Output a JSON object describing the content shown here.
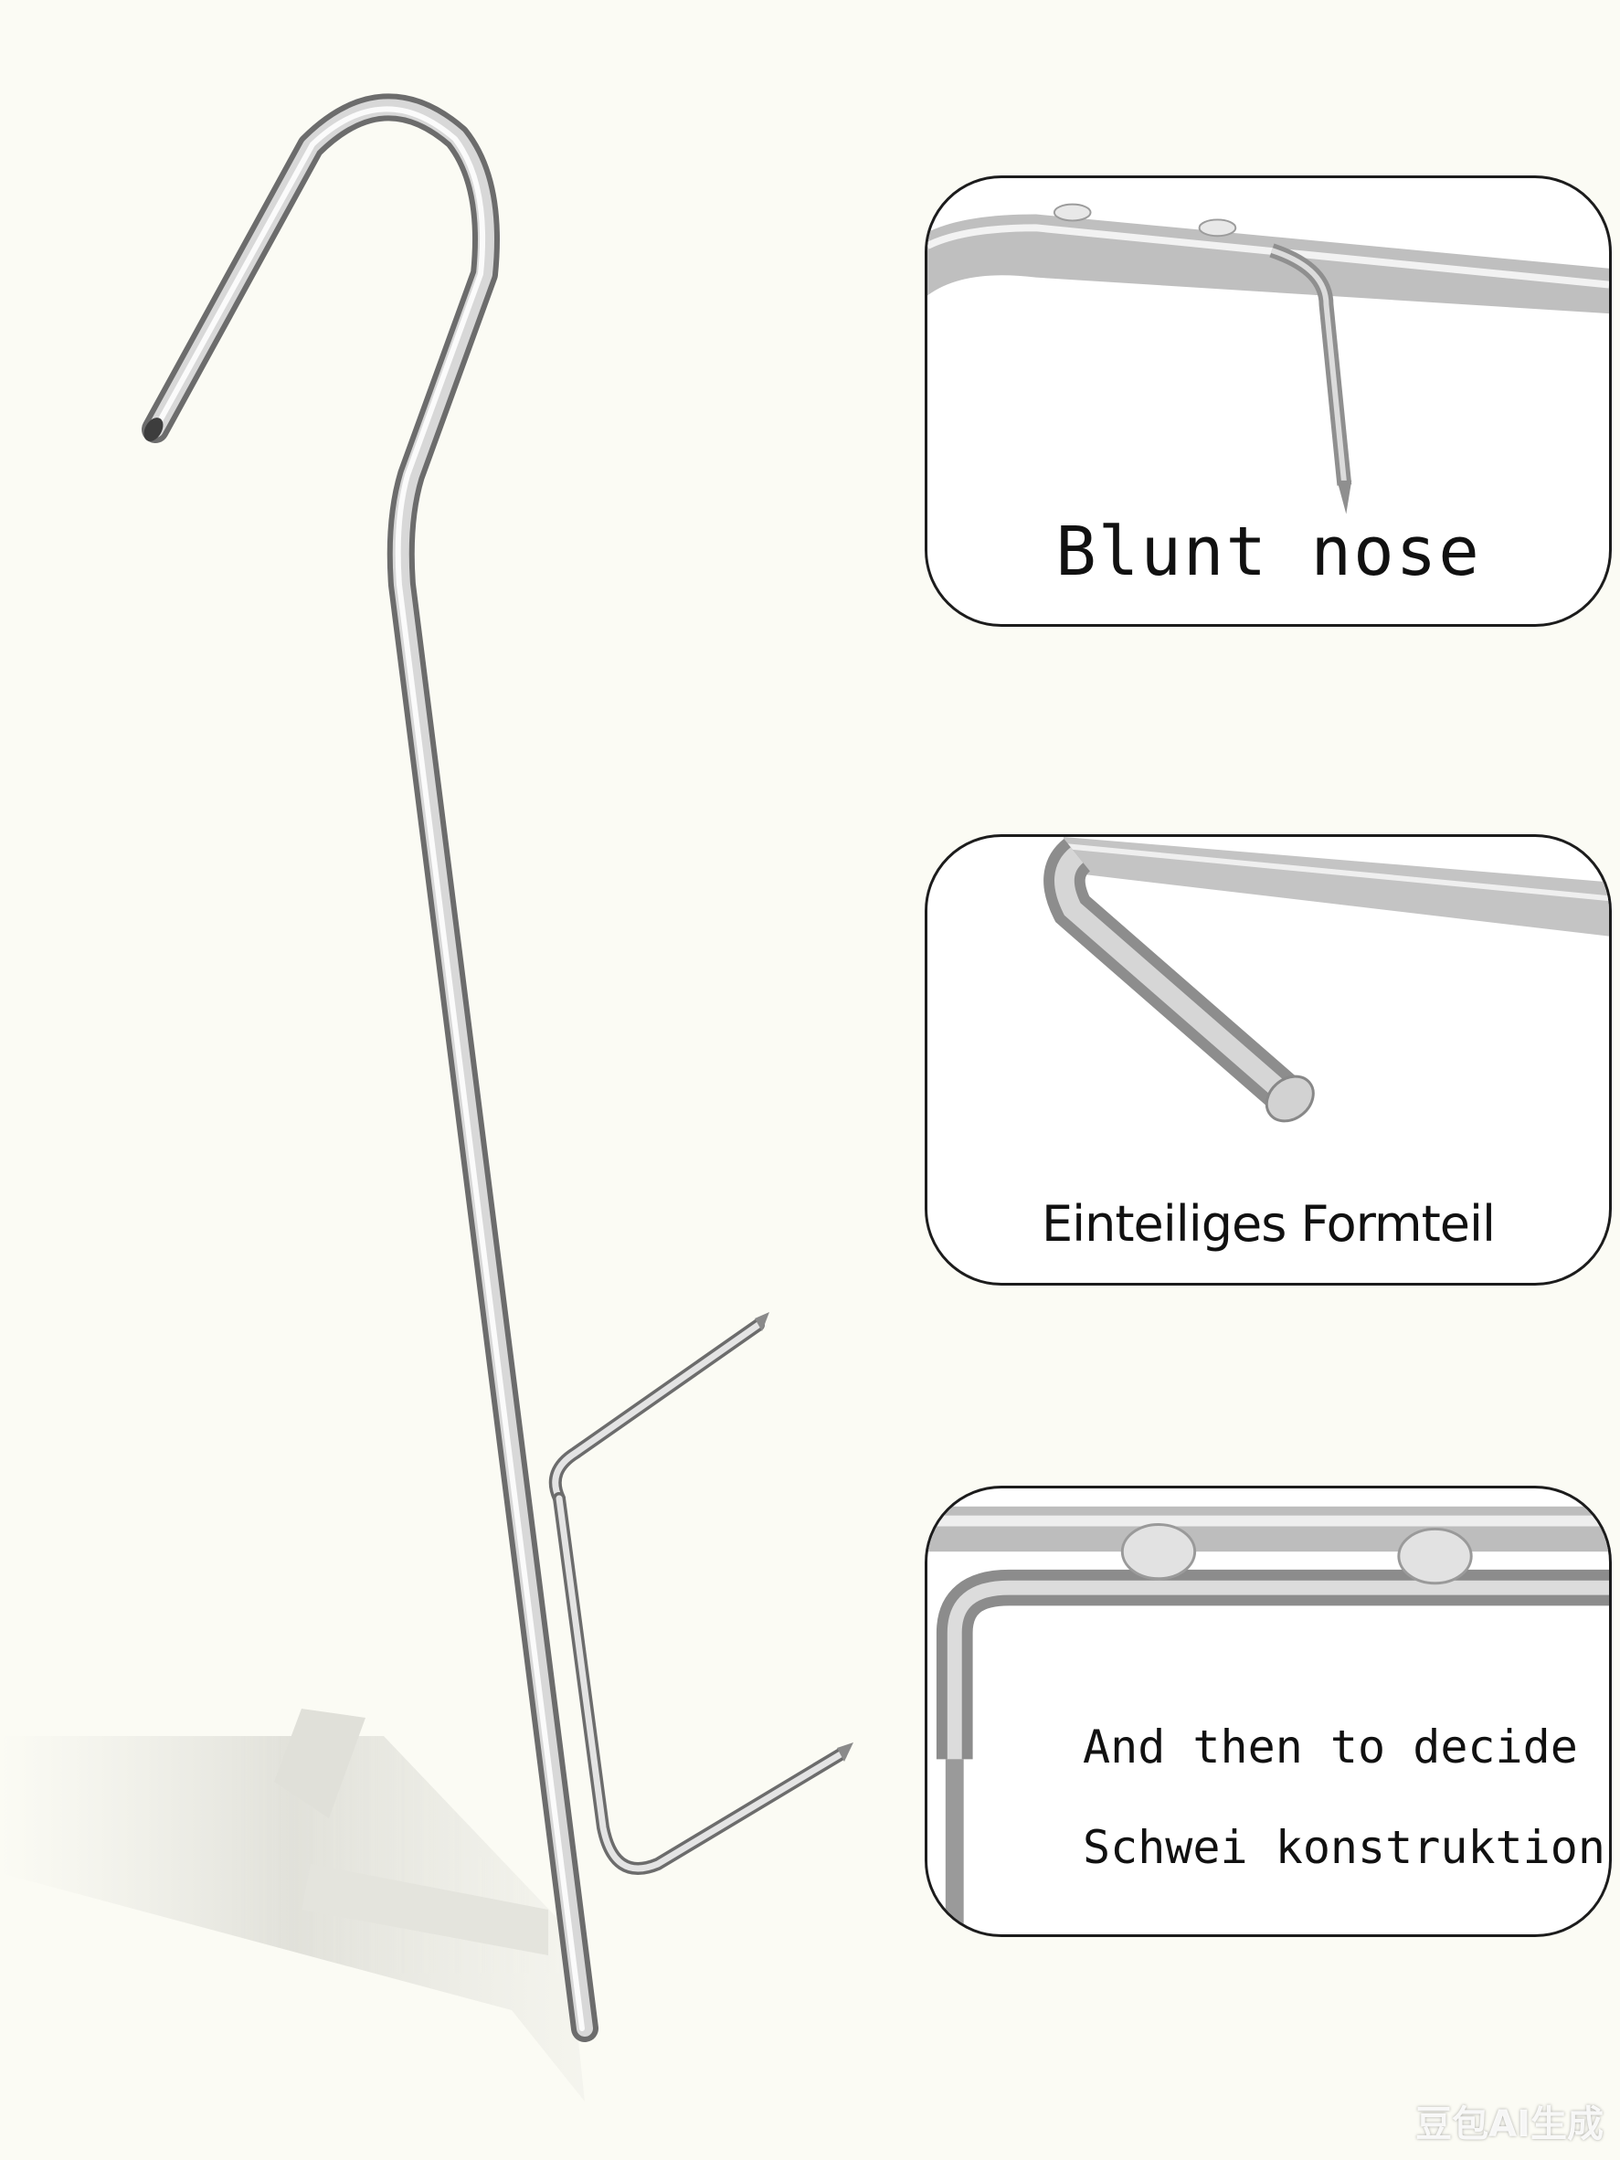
{
  "panels": {
    "blunt_nose": {
      "caption": "Blunt nose"
    },
    "one_piece": {
      "caption": "Einteiliges Formteil"
    },
    "welded": {
      "caption_line1": "And then to decide",
      "caption_line2": "Schwei konstruktion"
    }
  },
  "watermark": "豆包AI生成",
  "colors": {
    "background": "#fbfbf4",
    "steel_light": "#e6e6e6",
    "steel_mid": "#a9a9a9",
    "steel_dark": "#6a6a6a",
    "panel_border": "#1c1c1c"
  }
}
